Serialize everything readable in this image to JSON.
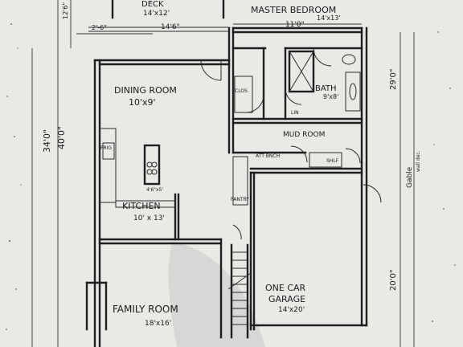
{
  "colors": {
    "paper": "#e9e9e6",
    "ink": "#1f1f1f",
    "shadow": "#c9c9c6"
  },
  "rooms": {
    "deck": {
      "name": "DECK",
      "size": "14'x12'"
    },
    "master": {
      "name": "MASTER BEDROOM",
      "size": "14'x13'"
    },
    "dining": {
      "name": "DINING ROOM",
      "size": "10'x9'"
    },
    "kitchen": {
      "name": "KITCHEN",
      "size": "10' x 13'"
    },
    "bath": {
      "name": "BATH",
      "size": "9'x8'"
    },
    "mud": {
      "name": "MUD ROOM"
    },
    "family": {
      "name": "FAMILY ROOM",
      "size": "18'x16'"
    },
    "garage": {
      "name1": "ONE CAR",
      "name2": "GARAGE",
      "size": "14'x20'"
    }
  },
  "labels": {
    "closet": "CLOS.",
    "frig": "FRIG",
    "pantry": "PANTRY",
    "linen": "LIN",
    "bench": "ATT BNCH",
    "shelf": "SHLF",
    "island_dim": "4'6\"x5'",
    "upper_dim_1": "14'6\"",
    "upper_dim_2": "11'0\"",
    "left_dim_top": "2'-6\"",
    "left_dim_side": "12'6\"",
    "left_total_1": "34'0\"",
    "left_total_2": "40'0\"",
    "right_dim_1": "29'0\"",
    "right_dim_2": "20'0\"",
    "right_note": "Gable",
    "right_note_2": "wall dec."
  }
}
